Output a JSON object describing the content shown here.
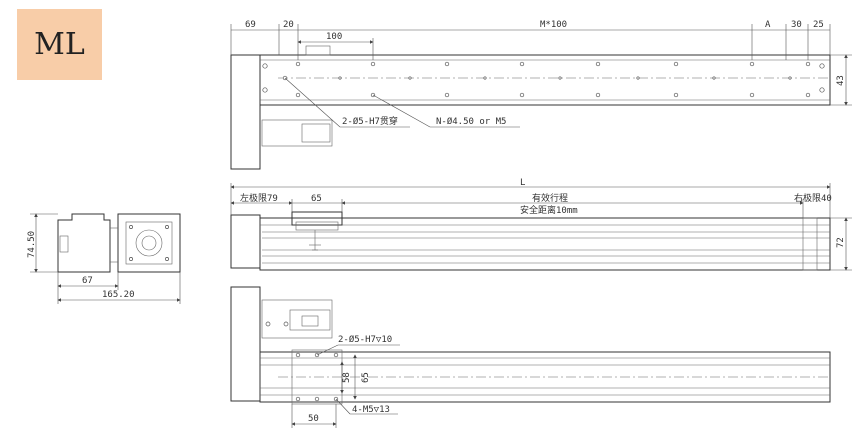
{
  "badge": {
    "label": "ML"
  },
  "top_view": {
    "dim_left": "69",
    "dim_20": "20",
    "dim_100": "100",
    "dim_pitch": "M*100",
    "dim_a": "A",
    "dim_30": "30",
    "dim_25": "25",
    "dim_height": "43",
    "note_pin_holes": "2-Ø5-H7贯穿",
    "note_mount_holes": "N-Ø4.50 or M5"
  },
  "side_view": {
    "dim_l": "L",
    "left_limit": "左极限79",
    "dim_65": "65",
    "effective_stroke": "有效行程",
    "safety_distance": "安全距离10mm",
    "right_limit": "右极限40",
    "dim_height": "72"
  },
  "end_view": {
    "dim_height": "74.50",
    "dim_67": "67",
    "dim_width": "165.20"
  },
  "bottom_view": {
    "note_pin_holes": "2-Ø5-H7▽10",
    "dim_58": "58",
    "dim_65": "65",
    "note_screw_holes": "4-M5▽13",
    "dim_50": "50"
  }
}
